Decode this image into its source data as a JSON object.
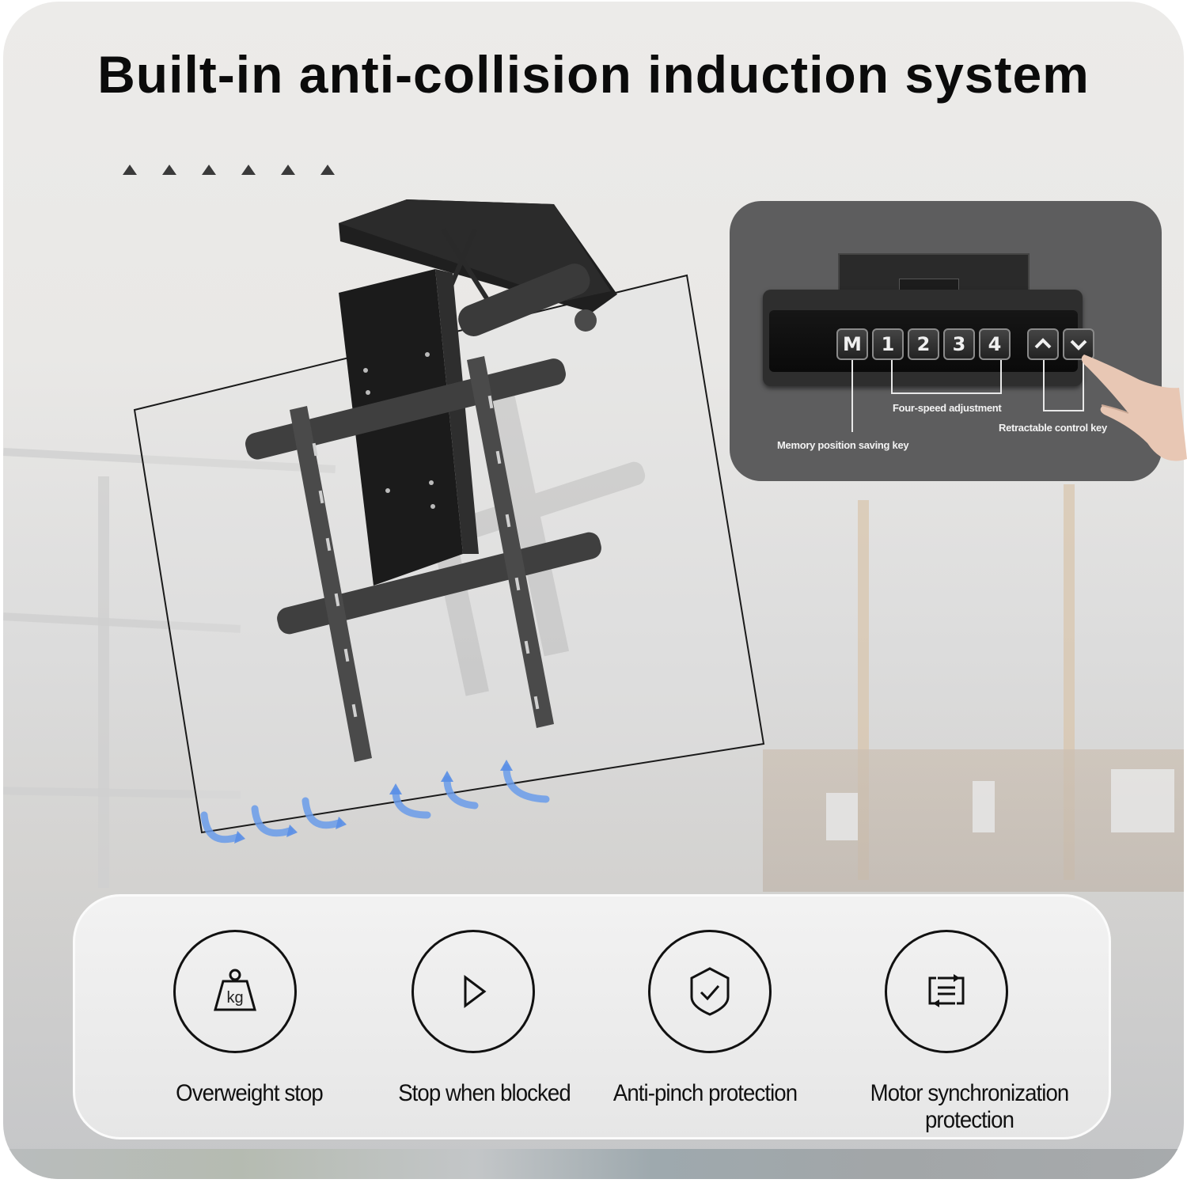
{
  "title": "Built-in anti-collision induction system",
  "decoration": {
    "triangle_count": 6,
    "arrow_color": "#5a8fe6"
  },
  "control_panel": {
    "keys": [
      "M",
      "1",
      "2",
      "3",
      "4",
      "^",
      "v"
    ],
    "labels": {
      "memory": "Memory position saving key",
      "four_speed": "Four-speed adjustment",
      "retractable": "Retractable control key"
    }
  },
  "features": [
    {
      "icon": "weight-kg-icon",
      "icon_text": "kg",
      "label": "Overweight stop"
    },
    {
      "icon": "play-triangle-icon",
      "label": "Stop when blocked"
    },
    {
      "icon": "shield-check-icon",
      "label": "Anti-pinch protection"
    },
    {
      "icon": "sync-arrows-icon",
      "label": "Motor synchronization protection"
    }
  ]
}
